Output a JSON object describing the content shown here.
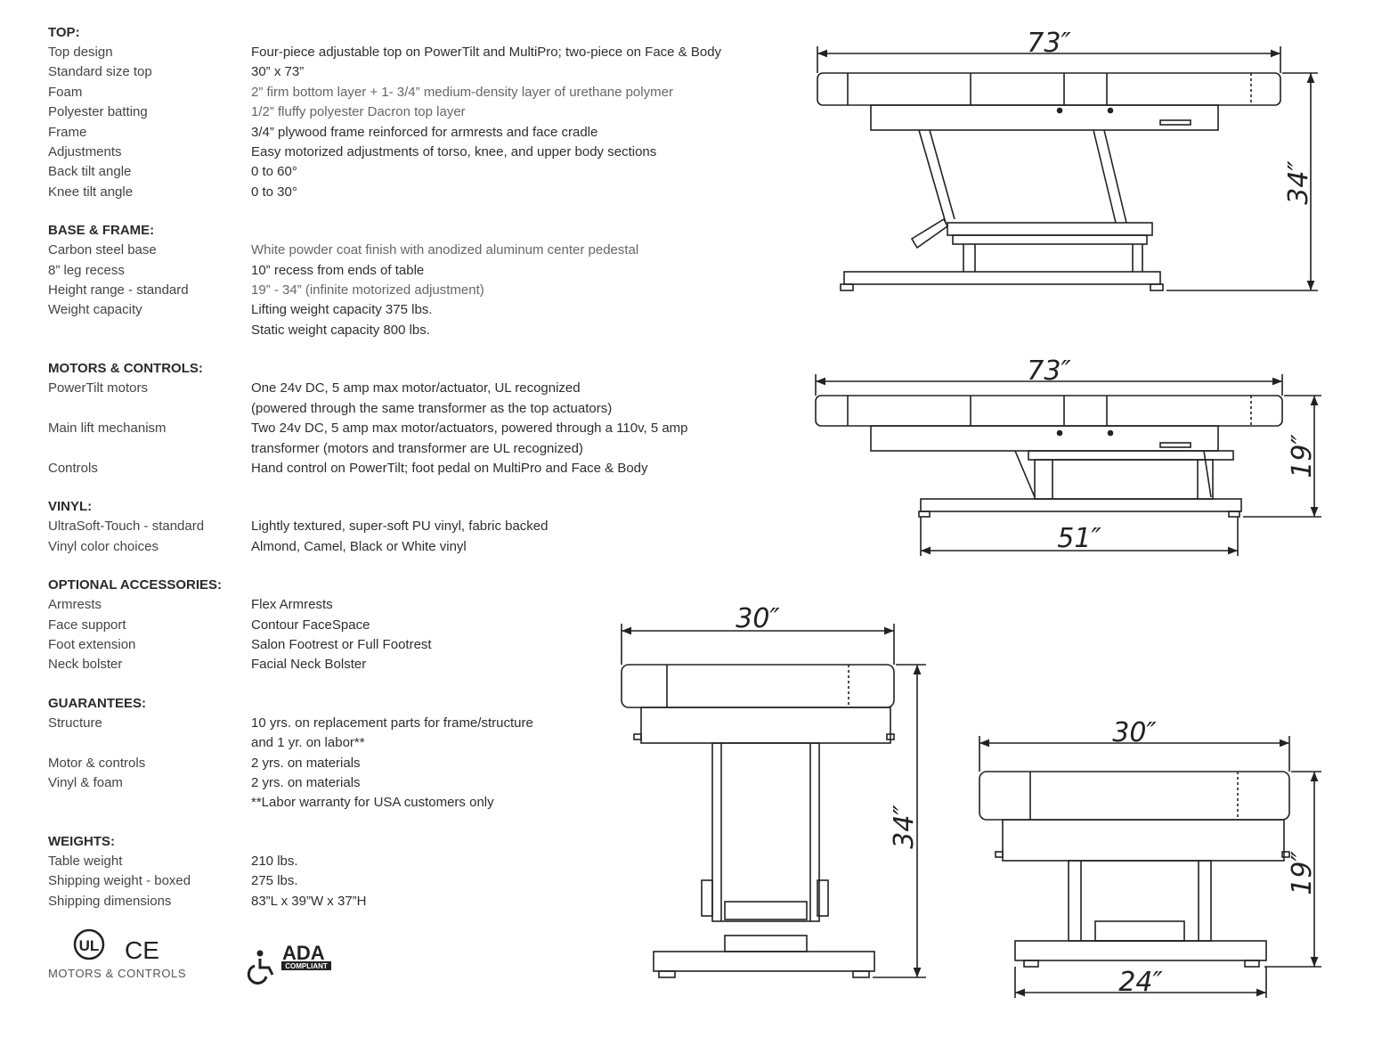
{
  "sections": [
    {
      "title": "TOP:",
      "rows": [
        {
          "label": "Top design",
          "lines": [
            "Four-piece adjustable top on PowerTilt and MultiPro; two-piece on Face & Body"
          ]
        },
        {
          "label": "Standard size top",
          "lines": [
            "30” x 73”"
          ]
        },
        {
          "label": "Foam",
          "lines": [
            "2” firm bottom layer + 1- 3/4” medium-density layer of urethane polymer"
          ],
          "light": true
        },
        {
          "label": "Polyester batting",
          "lines": [
            "1/2” fluffy polyester Dacron top layer"
          ],
          "light": true
        },
        {
          "label": "Frame",
          "lines": [
            "3/4” plywood frame reinforced for armrests and face cradle"
          ]
        },
        {
          "label": "Adjustments",
          "lines": [
            "Easy motorized adjustments of torso, knee, and upper body sections"
          ]
        },
        {
          "label": "Back tilt angle",
          "lines": [
            "0 to 60°"
          ]
        },
        {
          "label": "Knee tilt angle",
          "lines": [
            "0 to 30°"
          ]
        }
      ]
    },
    {
      "title": "BASE & FRAME:",
      "rows": [
        {
          "label": "Carbon steel base",
          "lines": [
            "White powder coat finish with anodized aluminum center pedestal"
          ],
          "light": true
        },
        {
          "label": "8” leg recess",
          "lines": [
            "10” recess from ends of table"
          ]
        },
        {
          "label": "Height range - standard",
          "lines": [
            "19” - 34”  (infinite motorized adjustment)"
          ],
          "light": true
        },
        {
          "label": "Weight capacity",
          "lines": [
            "Lifting weight capacity 375 lbs.",
            "Static weight capacity 800 lbs."
          ]
        }
      ]
    },
    {
      "title": "MOTORS & CONTROLS:",
      "rows": [
        {
          "label": "PowerTilt motors",
          "lines": [
            "One 24v DC, 5 amp max motor/actuator, UL recognized",
            "(powered through the same transformer as the top actuators)"
          ]
        },
        {
          "label": "Main lift mechanism",
          "lines": [
            "Two 24v DC, 5 amp max motor/actuators, powered through a 110v, 5 amp",
            "transformer (motors and transformer are UL recognized)"
          ]
        },
        {
          "label": "Controls",
          "lines": [
            "Hand control on PowerTilt; foot pedal on MultiPro and Face & Body"
          ]
        }
      ]
    },
    {
      "title": "VINYL:",
      "rows": [
        {
          "label": "UltraSoft-Touch - standard",
          "lines": [
            "Lightly textured, super-soft PU vinyl, fabric backed"
          ]
        },
        {
          "label": "Vinyl color choices",
          "lines": [
            "Almond, Camel, Black or White vinyl"
          ]
        }
      ]
    },
    {
      "title": "OPTIONAL ACCESSORIES:",
      "rows": [
        {
          "label": "Armrests",
          "lines": [
            "Flex Armrests"
          ]
        },
        {
          "label": "Face support",
          "lines": [
            "Contour FaceSpace"
          ]
        },
        {
          "label": "Foot extension",
          "lines": [
            "Salon Footrest or Full Footrest"
          ]
        },
        {
          "label": "Neck bolster",
          "lines": [
            "Facial Neck Bolster"
          ]
        }
      ]
    },
    {
      "title": "GUARANTEES:",
      "rows": [
        {
          "label": "Structure",
          "lines": [
            "10 yrs. on replacement parts for frame/structure",
            "and 1 yr. on labor**"
          ]
        },
        {
          "label": "Motor & controls",
          "lines": [
            "2 yrs. on materials"
          ]
        },
        {
          "label": "Vinyl & foam",
          "lines": [
            "2 yrs. on materials",
            "**Labor warranty for USA customers only"
          ]
        }
      ]
    },
    {
      "title": "WEIGHTS:",
      "rows": [
        {
          "label": "Table weight",
          "lines": [
            "210 lbs."
          ]
        },
        {
          "label": "Shipping weight - boxed",
          "lines": [
            "275 lbs."
          ]
        },
        {
          "label": "Shipping dimensions",
          "lines": [
            "83”L x 39”W x 37”H"
          ]
        }
      ]
    }
  ],
  "certifications": {
    "ul_mark": "UL",
    "ce_mark": "CE",
    "caption": "MOTORS & CONTROLS",
    "ada_mark": "ADA",
    "ada_sub": "COMPLIANT"
  },
  "drawings": {
    "side_high": {
      "length": "73″",
      "height": "34″"
    },
    "side_low": {
      "length": "73″",
      "height": "19″",
      "base": "51″"
    },
    "end_high": {
      "width": "30″",
      "height": "34″"
    },
    "end_low": {
      "width": "30″",
      "height": "19″",
      "base": "24″"
    }
  }
}
